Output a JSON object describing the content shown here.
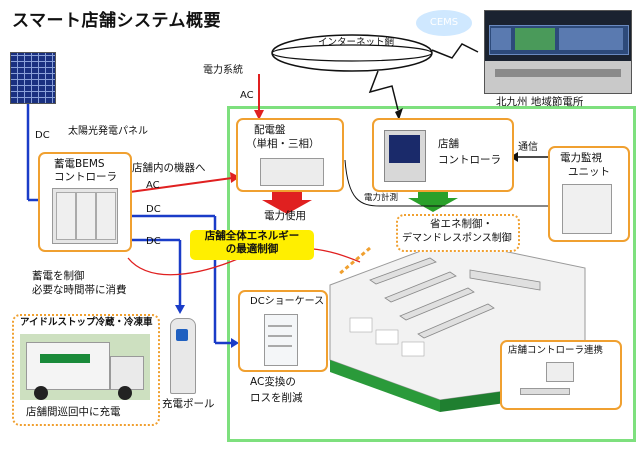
{
  "title": "スマート店舗システム概要",
  "internet": "インターネット網",
  "cems": "CEMS",
  "kitakyushu": "北九州 地域節電所",
  "grid": "電力系統",
  "ac_grid": "AC",
  "solar": "太陽光発電パネル",
  "dc_solar": "DC",
  "bems": {
    "line1": "蓄電BEMS",
    "line2": "コントローラ"
  },
  "to_store": "店舗内の機器へ",
  "ac_out": "AC",
  "dc_out1": "DC",
  "dc_out2": "DC",
  "charge_note": {
    "line1": "蓄電を制御",
    "line2": "必要な時間帯に消費"
  },
  "truck_title": "アイドルストップ冷蔵・冷凍車",
  "truck_caption": "店舗間巡回中に充電",
  "charger": "充電ポール",
  "panelboard": {
    "line1": "配電盤",
    "line2": "（単相・三相）"
  },
  "power_use": "電力使用",
  "controller": {
    "line1": "店舗",
    "line2": "コントローラ"
  },
  "comm": "通信",
  "monitor": {
    "line1": "電力監視",
    "line2": "ユニット"
  },
  "meter": "電力計測",
  "optimal": {
    "line1": "店舗全体エネルギー",
    "line2": "の最適制御"
  },
  "saving": {
    "line1": "省エネ制御・",
    "line2": "デマンドレスポンス制御"
  },
  "showcase": "DCショーケース",
  "ac_loss": {
    "line1": "AC変換の",
    "line2": "ロスを削減"
  },
  "link": "店舗コントローラ連携",
  "colors": {
    "orange": "#f0a030",
    "green": "#7ee07e",
    "red": "#e02020",
    "blue": "#1a3cc8",
    "yellow": "#ffef00"
  }
}
